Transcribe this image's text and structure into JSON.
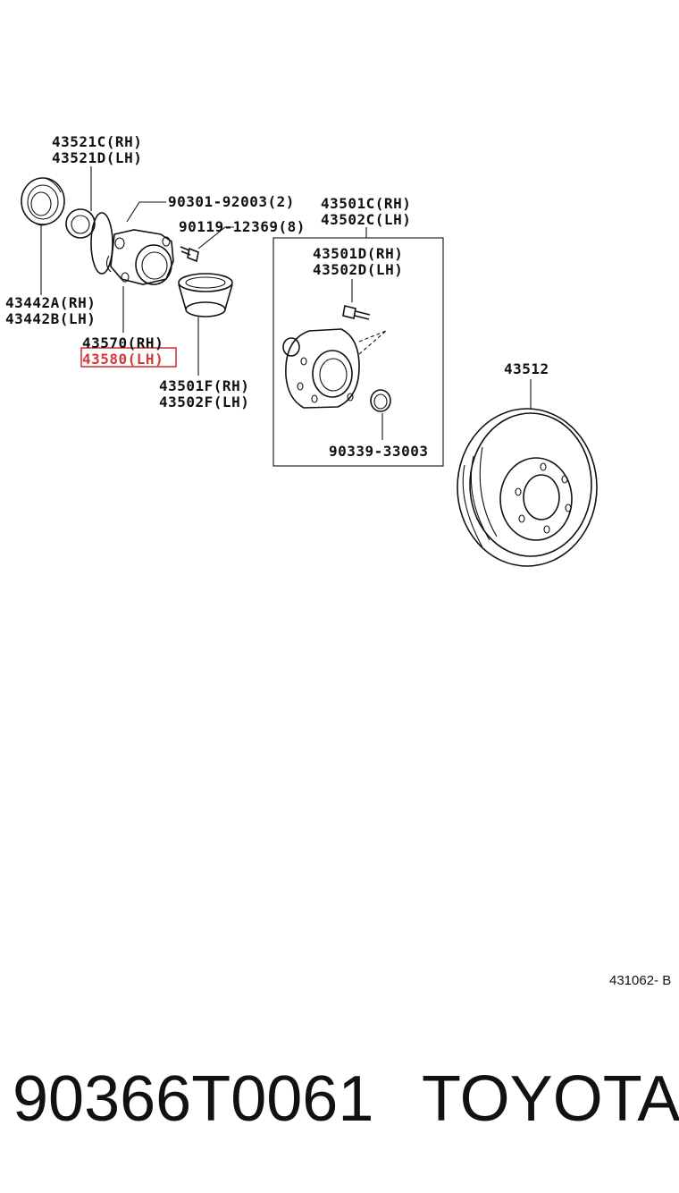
{
  "labels": {
    "seal_outer_rh": "43521C(RH)",
    "seal_outer_lh": "43521D(LH)",
    "bolt_9030": "90301-92003(2)",
    "bolt_9011": "90119-12369(8)",
    "hub_assy_rh": "43501C(RH)",
    "hub_assy_lh": "43502C(LH)",
    "hub_d_rh": "43501D(RH)",
    "hub_d_lh": "43502D(LH)",
    "seal_inner_rh": "43442A(RH)",
    "seal_inner_lh": "43442B(LH)",
    "knuckle_rh": "43570(RH)",
    "knuckle_lh": "43580(LH)",
    "hub_f_rh": "43501F(RH)",
    "hub_f_lh": "43502F(LH)",
    "cap": "90339-33003",
    "disc": "43512"
  },
  "highlight_color": "#d23a3a",
  "reference_code": "431062- B",
  "footer": {
    "part_number": "90366T0061",
    "brand": "TOYOTA"
  }
}
